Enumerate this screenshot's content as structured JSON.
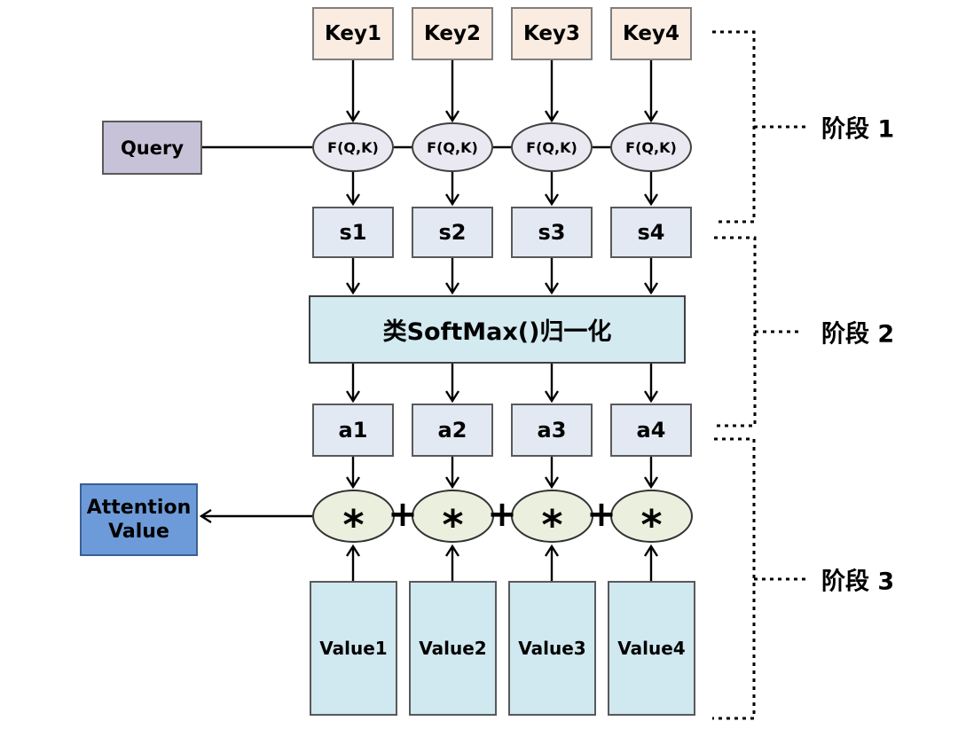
{
  "diagram_name": "attention-mechanism-three-stage-diagram",
  "query": {
    "label": "Query"
  },
  "columns": [
    {
      "key": "Key1",
      "func": "F(Q,K)",
      "score": "s1",
      "weight": "a1",
      "value": "Value1"
    },
    {
      "key": "Key2",
      "func": "F(Q,K)",
      "score": "s2",
      "weight": "a2",
      "value": "Value2"
    },
    {
      "key": "Key3",
      "func": "F(Q,K)",
      "score": "s3",
      "weight": "a3",
      "value": "Value3"
    },
    {
      "key": "Key4",
      "func": "F(Q,K)",
      "score": "s4",
      "weight": "a4",
      "value": "Value4"
    }
  ],
  "softmax": {
    "label": "类SoftMax()归一化"
  },
  "attention": {
    "label": "Attention Value"
  },
  "operators": {
    "multiply": "*",
    "plus": "+"
  },
  "stages": [
    {
      "label": "阶段 1"
    },
    {
      "label": "阶段 2"
    },
    {
      "label": "阶段 3"
    }
  ],
  "colors": {
    "key_fill": "#FAECE1",
    "key_border": "#7F7F7F",
    "query_fill": "#C8C2D8",
    "query_border": "#595959",
    "func_fill": "#EAE8F0",
    "func_border": "#404040",
    "score_fill": "#E2E9F3",
    "score_border": "#595959",
    "softmax_fill": "#D3EAF0",
    "softmax_border": "#404040",
    "multiply_fill": "#EBEFDE",
    "multiply_border": "#333333",
    "attention_fill": "#6D9BD9",
    "attention_border": "#3A5F94",
    "value_fill": "#D0E8EF",
    "value_border": "#595959",
    "line": "#000000"
  }
}
